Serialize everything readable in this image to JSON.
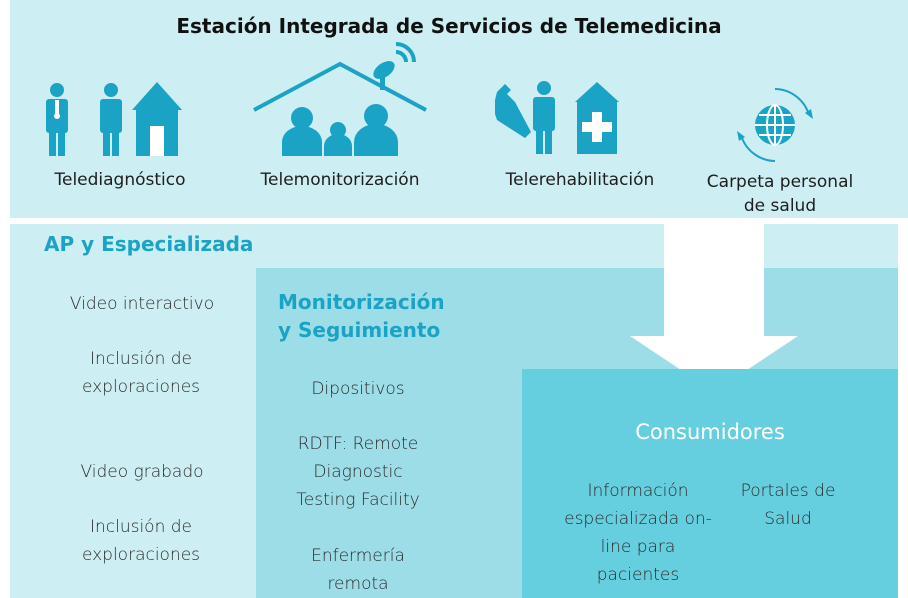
{
  "title": "Estación Integrada de Servicios de Telemedicina",
  "colors": {
    "teal": "#1aa3c4",
    "band_light": "#cdeef2",
    "band_mid": "#9ddde8",
    "band_dark": "#65cfe0",
    "icon": "#1aa3c4"
  },
  "services": [
    {
      "label": "Telediagnóstico",
      "icon": "doctor-patient-house-icon"
    },
    {
      "label": "Telemonitorización",
      "icon": "house-family-satellite-icon"
    },
    {
      "label": "Telerehabilitación",
      "icon": "wrench-person-clinic-icon"
    },
    {
      "label": "Carpeta personal de salud",
      "icon": "globe-sync-icon"
    }
  ],
  "ap": {
    "heading": "AP y Especializada",
    "items": [
      "Video interactivo",
      "Inclusión de exploraciones",
      "Video grabado",
      "Inclusión de exploraciones"
    ]
  },
  "monitorizacion": {
    "heading_line1": "Monitorización",
    "heading_line2": "y Seguimiento",
    "items": [
      "Dipositivos",
      "RDTF: Remote Diagnostic Testing Facility",
      "Enfermería remota"
    ]
  },
  "consumidores": {
    "heading": "Consumidores",
    "items": [
      "Información especializada on-line para pacientes",
      "Portales de Salud"
    ]
  }
}
